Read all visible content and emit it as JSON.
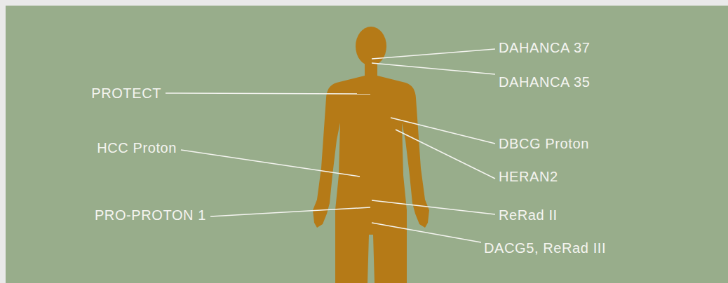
{
  "diagram": {
    "labels": [
      "DAHANCA 37",
      "DAHANCA 35",
      "PROTECT",
      "DBCG Proton",
      "HCC Proton",
      "HERAN2",
      "PRO-PROTON 1",
      "ReRad II",
      "DACG5, ReRad III"
    ]
  }
}
